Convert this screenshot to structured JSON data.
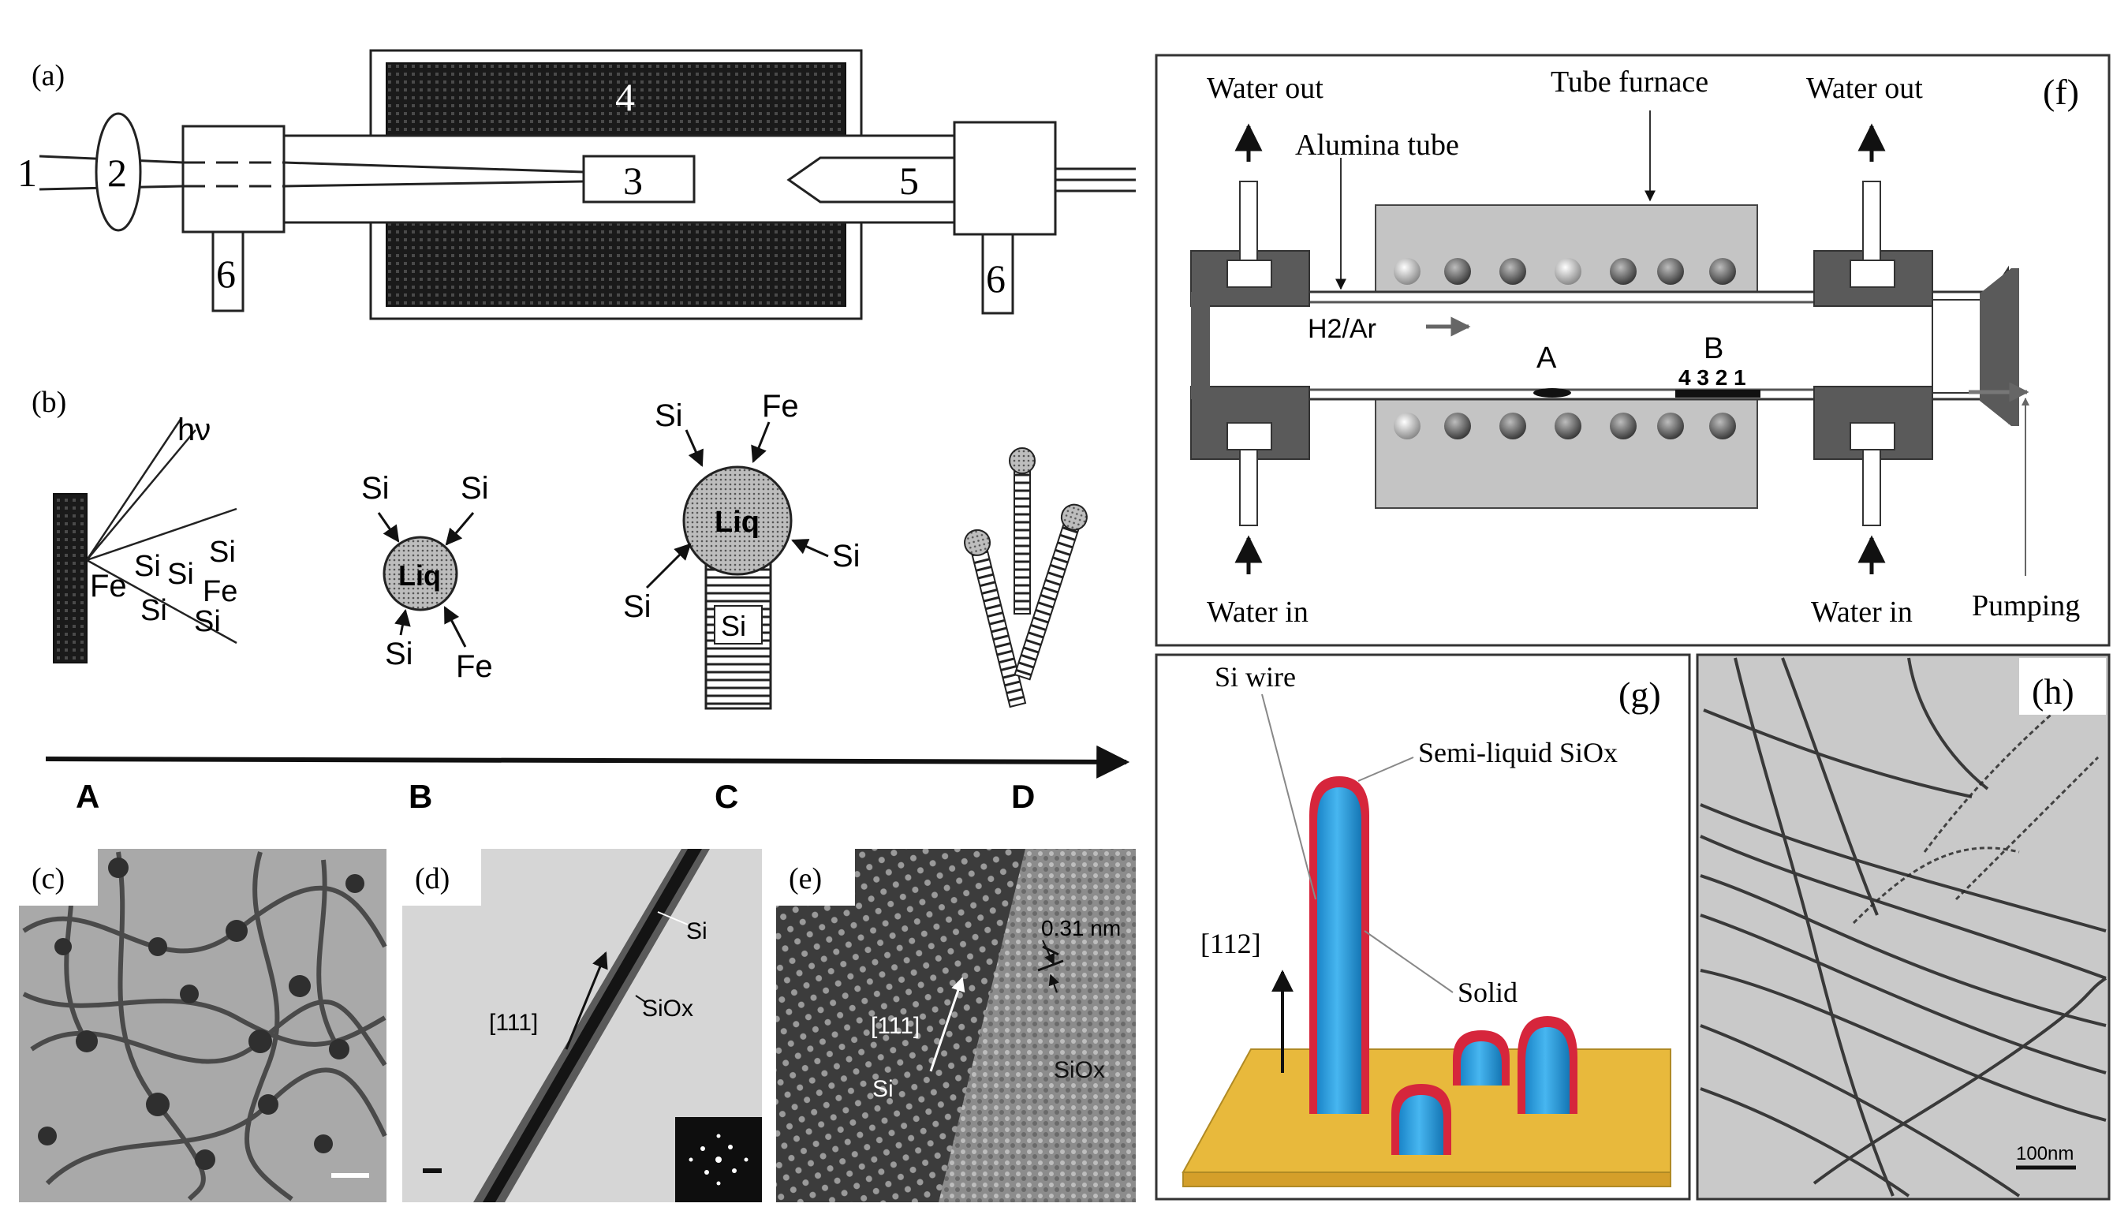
{
  "panels": {
    "a": {
      "label": "(a)",
      "parts": [
        "1",
        "2",
        "3",
        "4",
        "5",
        "6",
        "6"
      ]
    },
    "b": {
      "label": "(b)",
      "step_a": {
        "photon": "hν",
        "target": "Fe",
        "species": [
          "Si",
          "Si",
          "Si",
          "Si",
          "Fe",
          "Si",
          "Si"
        ]
      },
      "step_b": {
        "droplet": "Liq",
        "arrows": [
          "Si",
          "Si",
          "Si",
          "Fe"
        ]
      },
      "step_c": {
        "droplet": "Liq",
        "wire": "Si",
        "arrows": [
          "Si",
          "Fe",
          "Si",
          "Si"
        ]
      },
      "stages": [
        "A",
        "B",
        "C",
        "D"
      ]
    },
    "c": {
      "label": "(c)"
    },
    "d": {
      "label": "(d)",
      "si": "Si",
      "siox": "SiOx",
      "dir": "[111]"
    },
    "e": {
      "label": "(e)",
      "spacing": "0.31 nm",
      "dir": "[111]",
      "si": "Si",
      "siox": "SiOx"
    },
    "f": {
      "label": "(f)",
      "water_out_left": "Water out",
      "water_out_right": "Water out",
      "water_in_left": "Water in",
      "water_in_right": "Water in",
      "tube_furnace": "Tube furnace",
      "alumina_tube": "Alumina tube",
      "gas": "H2/Ar",
      "boat_a": "A",
      "boat_b": "B",
      "boat_b_positions": "4 3 2 1",
      "pumping": "Pumping"
    },
    "g": {
      "label": "(g)",
      "si_wire": "Si wire",
      "semi_liquid": "Semi-liquid SiOx",
      "direction": "[112]",
      "solid": "Solid"
    },
    "h": {
      "label": "(h)",
      "scale": "100nm"
    }
  },
  "colors": {
    "substrate": "#e8b93c",
    "wire_core": "#1e9be0",
    "wire_shell": "#d6263c",
    "furnace_gray": "#c4c4c4"
  }
}
